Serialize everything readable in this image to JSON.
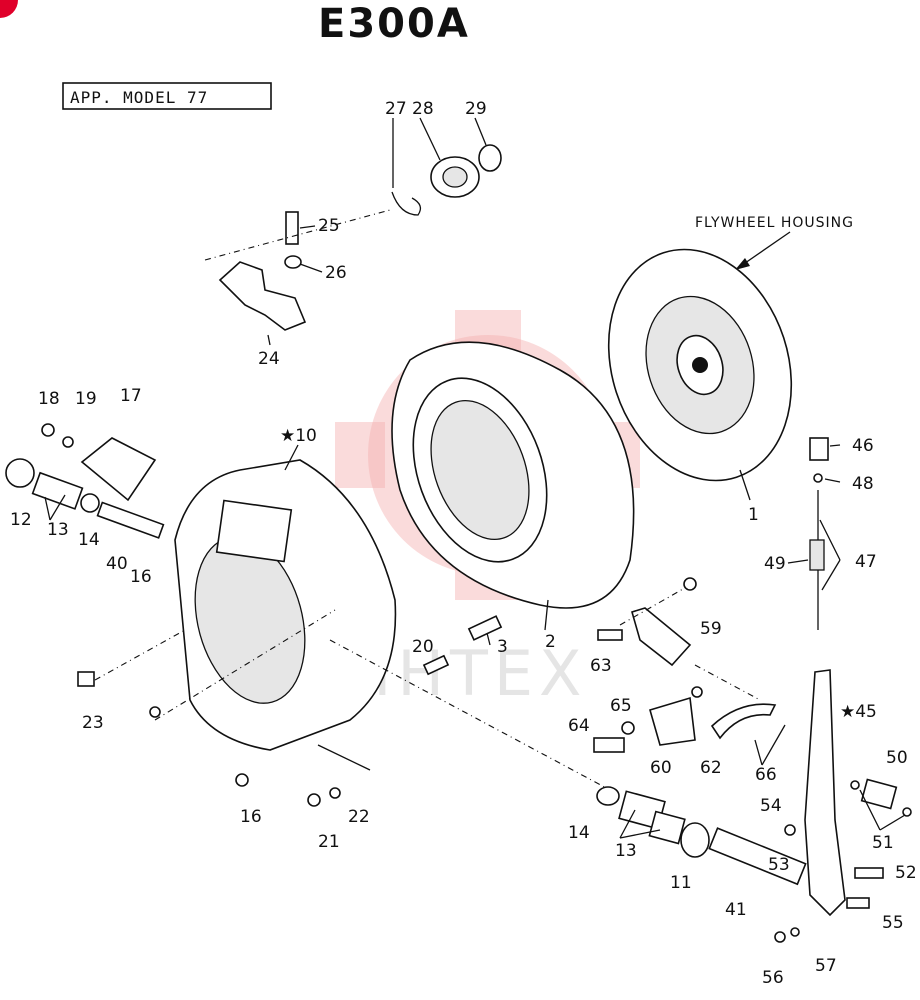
{
  "header": {
    "title": "E300A",
    "approval": "APP. MODEL 77"
  },
  "note": "FLYWHEEL HOUSING",
  "watermark": "ИНТЕХ",
  "colors": {
    "ink": "#111111",
    "watermark": "#f4b0b0",
    "badge": "#e0002a"
  },
  "labels": {
    "p1": "1",
    "p2": "2",
    "p3": "3",
    "p10": "★10",
    "p11": "11",
    "p12": "12",
    "p13a": "13",
    "p13b": "13",
    "p14a": "14",
    "p14b": "14",
    "p16a": "16",
    "p16b": "16",
    "p17": "17",
    "p18": "18",
    "p19": "19",
    "p20": "20",
    "p21": "21",
    "p22": "22",
    "p23": "23",
    "p24": "24",
    "p25": "25",
    "p26": "26",
    "p27": "27",
    "p28": "28",
    "p29": "29",
    "p40": "40",
    "p41": "41",
    "p45": "★45",
    "p46": "46",
    "p47": "47",
    "p48": "48",
    "p49": "49",
    "p50": "50",
    "p51": "51",
    "p52": "52",
    "p53": "53",
    "p54": "54",
    "p55": "55",
    "p56": "56",
    "p57": "57",
    "p59": "59",
    "p60": "60",
    "p62": "62",
    "p63": "63",
    "p64": "64",
    "p65": "65",
    "p66": "66"
  }
}
